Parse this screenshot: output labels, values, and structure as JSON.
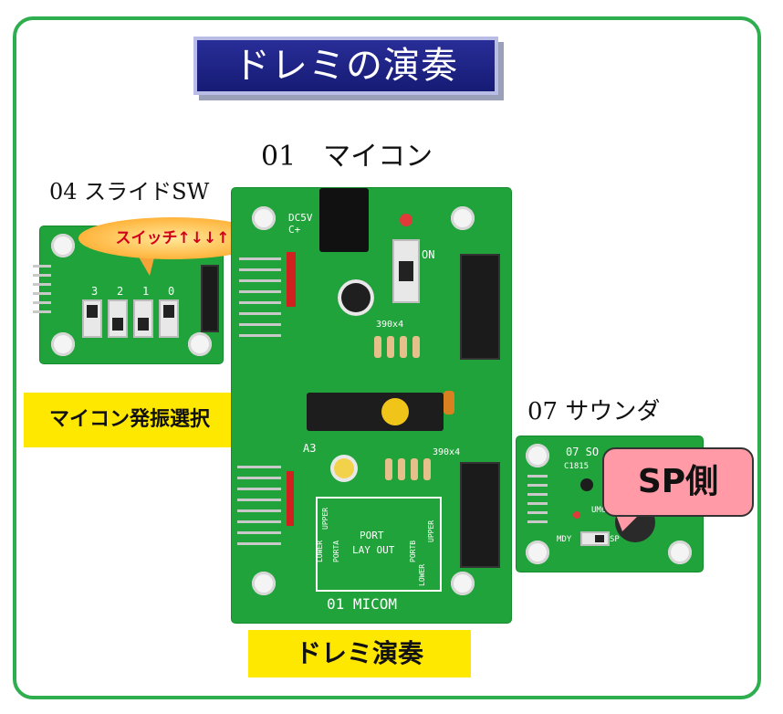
{
  "title": "ドレミの演奏",
  "boards": {
    "micom": {
      "label": "01　マイコン",
      "silk_name": "01 MICOM",
      "power": "DC5V C+",
      "on": "ON",
      "r_label_top": "390x4",
      "r_label_bot": "390x4",
      "a3": "A3",
      "port_title": "PORT",
      "port_sub": "LAY OUT",
      "porta": "PORTA",
      "portb": "PORTB",
      "lower": "LOWER",
      "upper": "UPPER",
      "caption": "ドレミ演奏"
    },
    "slide_sw": {
      "label": "04 スライドSW",
      "callout": "スイッチ↑↓↓↑",
      "numbers": [
        "3",
        "2",
        "1",
        "0"
      ],
      "caption": "マイコン発振選択"
    },
    "sounder": {
      "label": "07 サウンダ",
      "silk_name": "07 SO",
      "part1": "C1815",
      "part2": "UM66T",
      "mdy": "MDY",
      "sp": "SP",
      "callout": "SP側"
    }
  },
  "colors": {
    "frame": "#2fae4f",
    "pcb": "#20a33a",
    "banner": "#1a2080",
    "tag": "#ffe800",
    "pink": "#ff9aa6"
  }
}
